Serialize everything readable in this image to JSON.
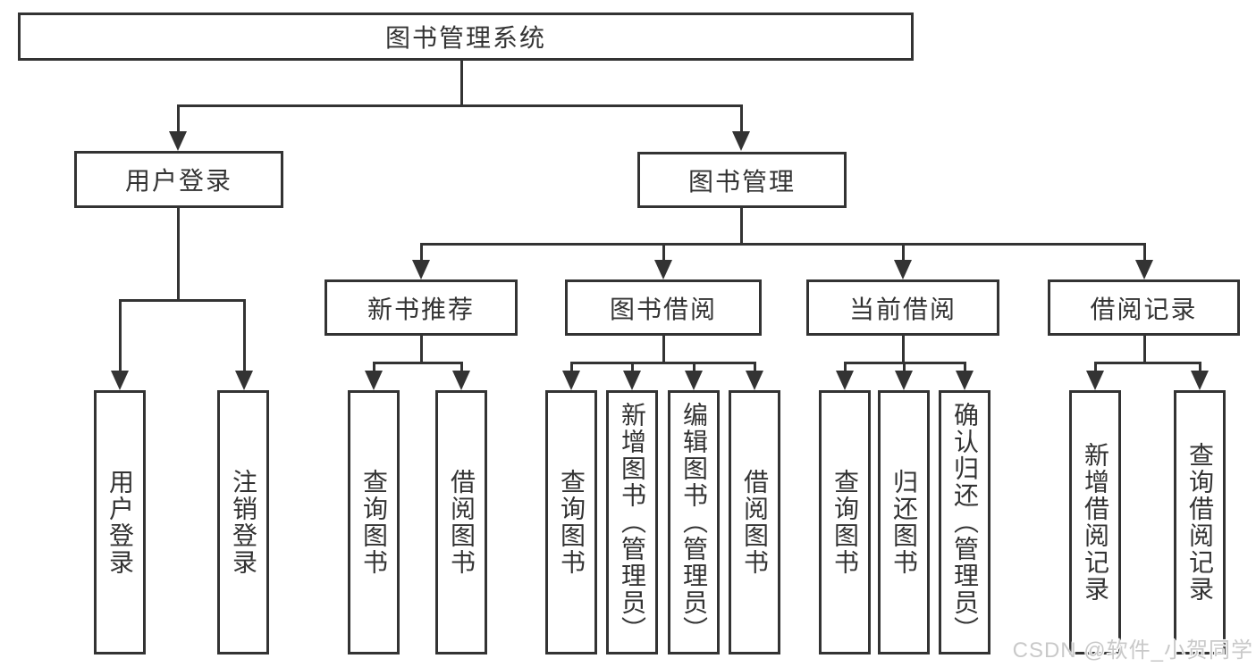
{
  "colors": {
    "line": "#333333",
    "boxBorder": "#333333",
    "text": "#333333",
    "bg": "#ffffff",
    "watermark": "#c9c9c9"
  },
  "watermark": {
    "text": "CSDN @软件_小贺同学"
  },
  "tree": {
    "root": {
      "label": "图书管理系统"
    },
    "branches": [
      {
        "label": "用户登录",
        "children": [
          "用户登录",
          "注销登录"
        ]
      },
      {
        "label": "图书管理",
        "sections": [
          {
            "label": "新书推荐",
            "children": [
              "查询图书",
              "借阅图书"
            ]
          },
          {
            "label": "图书借阅",
            "children": [
              "查询图书",
              "新增图书（管理员）",
              "编辑图书（管理员）",
              "借阅图书"
            ]
          },
          {
            "label": "当前借阅",
            "children": [
              "查询图书",
              "归还图书",
              "确认归还（管理员）"
            ]
          },
          {
            "label": "借阅记录",
            "children": [
              "新增借阅记录",
              "查询借阅记录"
            ]
          }
        ]
      }
    ]
  }
}
